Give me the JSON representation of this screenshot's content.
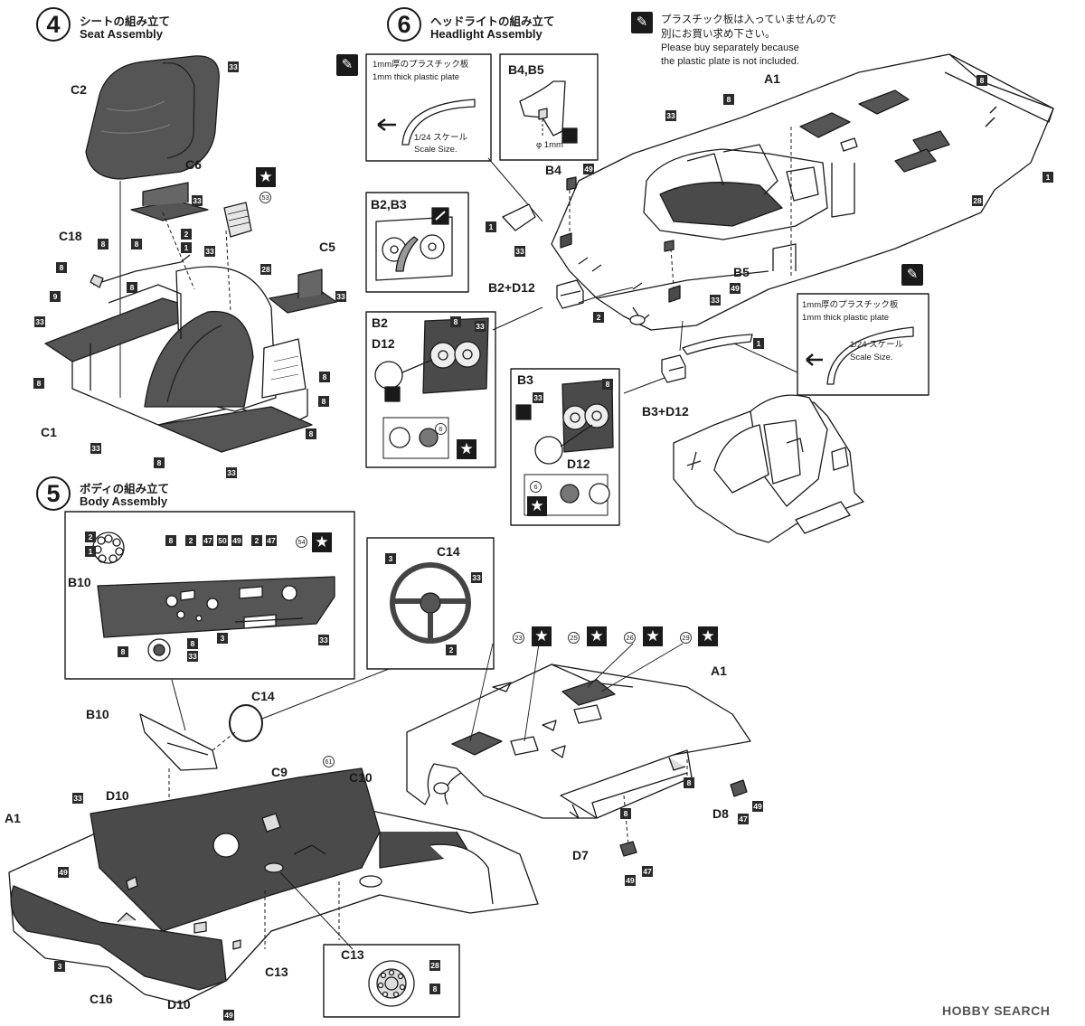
{
  "steps": {
    "seat": {
      "num": "4",
      "jp": "シートの組み立て",
      "en": "Seat Assembly"
    },
    "body": {
      "num": "5",
      "jp": "ボディの組み立て",
      "en": "Body Assembly"
    },
    "headlight": {
      "num": "6",
      "jp": "ヘッドライトの組み立て",
      "en": "Headlight Assembly"
    }
  },
  "notes": {
    "plastic_not_included_jp1": "プラスチック板は入っていませんので",
    "plastic_not_included_jp2": "別にお買い求め下さい。",
    "plastic_not_included_en1": "Please buy separately because",
    "plastic_not_included_en2": "the plastic plate is not included.",
    "plate_jp": "1mm厚のプラスチック板",
    "plate_en": "1mm thick plastic plate",
    "scale_jp": "1/24 スケール",
    "scale_en": "Scale Size.",
    "drill": "φ 1mm"
  },
  "part_labels": {
    "C2": "C2",
    "C6": "C6",
    "C18": "C18",
    "C5": "C5",
    "C1": "C1",
    "A1": "A1",
    "B10": "B10",
    "C14": "C14",
    "C9": "C9",
    "C10": "C10",
    "D10": "D10",
    "C16": "C16",
    "C13": "C13",
    "D8": "D8",
    "D7": "D7",
    "B4B5": "B4,B5",
    "B4": "B4",
    "B5": "B5",
    "B2B3": "B2,B3",
    "B2D12": "B2+D12",
    "B2": "B2",
    "D12": "D12",
    "B3": "B3",
    "B3D12": "B3+D12"
  },
  "colors": {
    "ink": "#1a1a1a",
    "dark_part": "#4a4a4a",
    "paper": "#ffffff"
  },
  "watermark": "HOBBY SEARCH"
}
